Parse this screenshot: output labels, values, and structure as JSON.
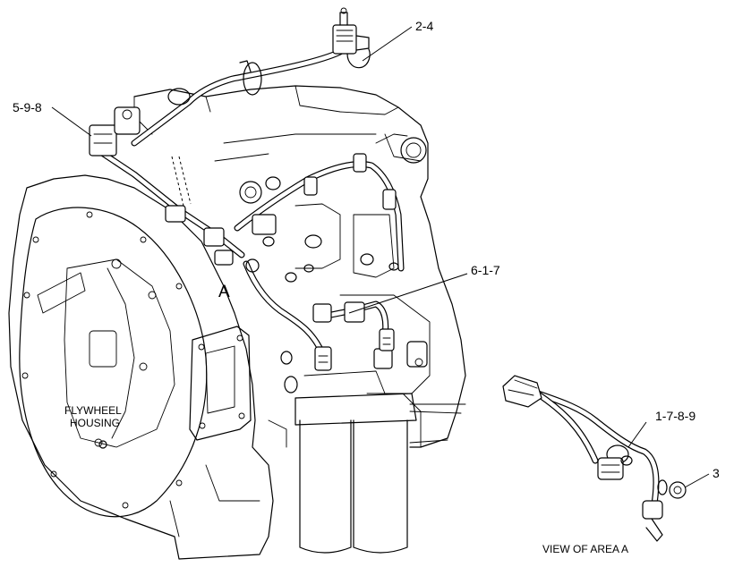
{
  "callouts": {
    "c_2_4": "2-4",
    "c_5_9_8": "5-9-8",
    "c_6_1_7": "6-1-7",
    "c_1_7_8_9": "1-7-8-9",
    "c_3": "3"
  },
  "labels": {
    "area_marker": "A",
    "flywheel_line1": "FLYWHEEL",
    "flywheel_line2": "HOUSING",
    "view_caption": "VIEW OF AREA  A"
  }
}
